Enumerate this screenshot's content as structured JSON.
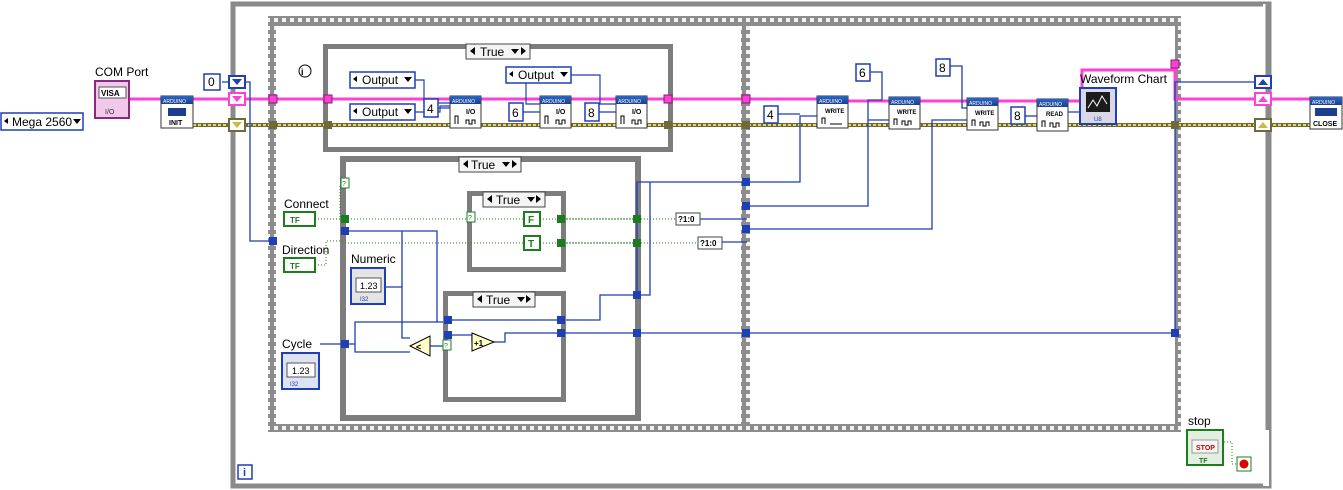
{
  "controls": {
    "board_type_value": "Mega 2560",
    "com_port_label": "COM Port",
    "com_port_visa": "VISA",
    "connect_label": "Connect",
    "direction_label": "Direction",
    "cycle_label": "Cycle",
    "numeric_label": "Numeric",
    "waveform_label": "Waveform Chart",
    "stop_label": "stop",
    "stop_button_text": "STOP",
    "tf_text": "TF",
    "numeric_text": "1.23",
    "num_type_text": "I32"
  },
  "constants": {
    "frame_index": "0",
    "pin_4": "4",
    "pin_6": "6",
    "pin_8": "8",
    "write_pin_4": "4",
    "write_pin_6": "6",
    "write_pin_8": "8",
    "read_pin_8": "8",
    "mode_output_1": "Output",
    "mode_output_2": "Output",
    "mode_output_3": "Output",
    "bool_false": "F",
    "bool_true": "T",
    "increment": "+1",
    "select_1": "?1:0",
    "select_2": "?1:0"
  },
  "case_structures": {
    "top_case": "True",
    "middle_case": "True",
    "inner_case_1": "True",
    "inner_case_2": "True"
  },
  "subvis": {
    "init": "INIT",
    "io_1": "I/O",
    "io_2": "I/O",
    "io_3": "I/O",
    "write_1": "WRITE",
    "write_2": "WRITE",
    "write_3": "WRITE",
    "read": "READ",
    "close": "CLOSE",
    "arduino_banner": "ARDUINO"
  },
  "loop_info": "i",
  "colors": {
    "error_wire": "#e6d66a",
    "visa_wire": "#ff3fd6",
    "numeric_wire": "#1e3fb5",
    "bool_wire": "#1b7d1b",
    "structure_border": "#808080"
  }
}
